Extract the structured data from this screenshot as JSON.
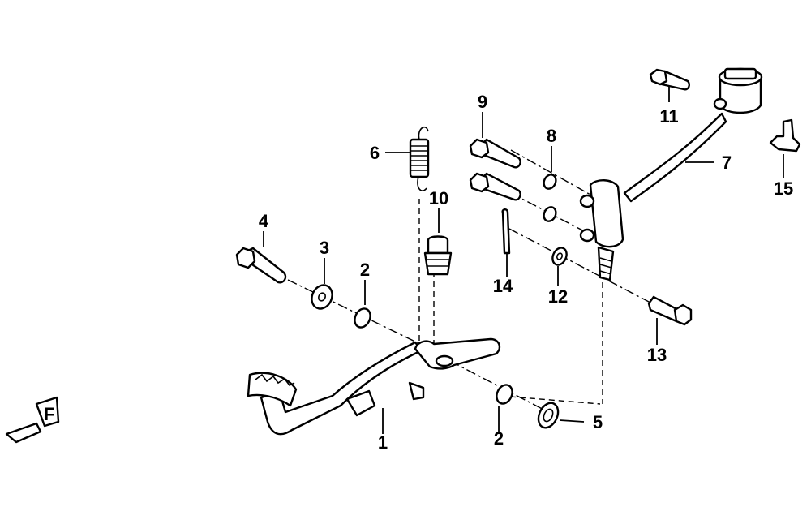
{
  "callouts": [
    {
      "id": "p1",
      "text": "1"
    },
    {
      "id": "p2a",
      "text": "2"
    },
    {
      "id": "p2b",
      "text": "2"
    },
    {
      "id": "p3",
      "text": "3"
    },
    {
      "id": "p4",
      "text": "4"
    },
    {
      "id": "p5",
      "text": "5"
    },
    {
      "id": "p6",
      "text": "6"
    },
    {
      "id": "p7",
      "text": "7"
    },
    {
      "id": "p8",
      "text": "8"
    },
    {
      "id": "p9",
      "text": "9"
    },
    {
      "id": "p10",
      "text": "10"
    },
    {
      "id": "p11",
      "text": "11"
    },
    {
      "id": "p12",
      "text": "12"
    },
    {
      "id": "p13",
      "text": "13"
    },
    {
      "id": "p14",
      "text": "14"
    },
    {
      "id": "p15",
      "text": "15"
    }
  ],
  "front_mark": "F"
}
